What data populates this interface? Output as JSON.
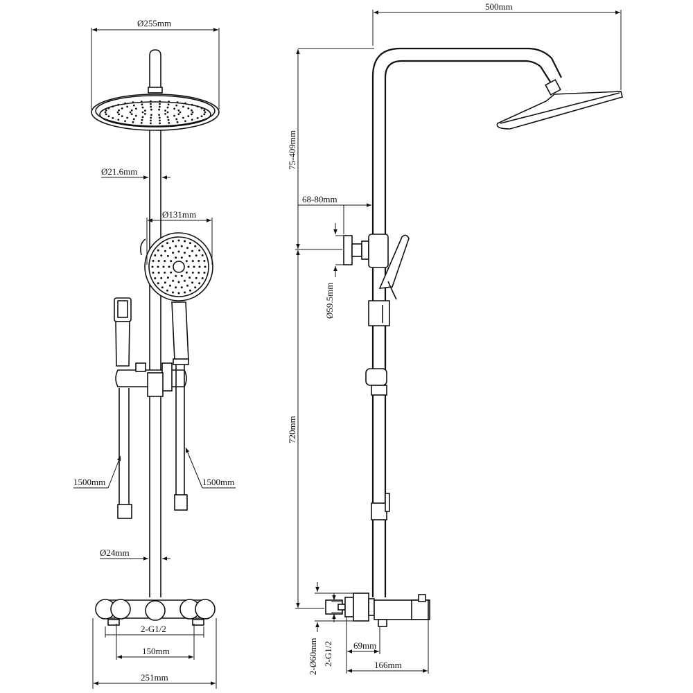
{
  "front_view": {
    "head_diameter": "Ø255mm",
    "pipe_diameter": "Ø21.6mm",
    "hand_shower_diameter": "Ø131mm",
    "hose_left": "1500mm",
    "hose_right": "1500mm",
    "lower_pipe_diameter": "Ø24mm",
    "inlet_thread": "2-G1/2",
    "inlet_spacing": "150mm",
    "overall_width": "251mm"
  },
  "side_view": {
    "arm_length": "500mm",
    "height_adjust": "75-409mm",
    "bracket_offset": "68-80mm",
    "bracket_diameter": "Ø59.5mm",
    "riser_height": "720mm",
    "inlet_flange": "2-Ø60mm",
    "inlet_thread": "2-G1/2",
    "inlet_depth": "69mm",
    "valve_depth": "166mm"
  }
}
